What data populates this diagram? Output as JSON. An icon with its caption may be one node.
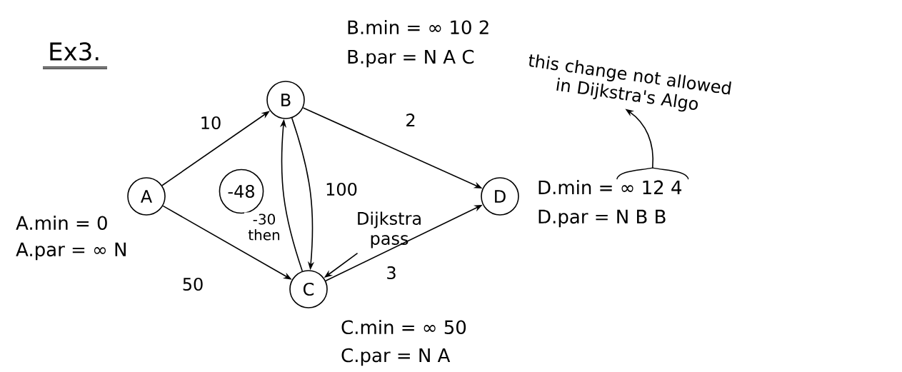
{
  "diagram": {
    "title": "Ex3.",
    "nodes": [
      {
        "text": [
          "A"
        ],
        "beside": [
          "A.min = 0",
          "A.par = ∞ N"
        ]
      },
      {
        "text": [
          "B"
        ],
        "beside": [
          "B.min = ∞ 10 2",
          "B.par = N A C"
        ]
      },
      {
        "text": [
          "C"
        ],
        "beside": [
          "C.min = ∞ 50",
          "C.par = N A"
        ]
      },
      {
        "text": [
          "D"
        ],
        "beside": [
          "D.min = ∞ 12 4",
          "D.par = N B B"
        ]
      },
      {
        "text": [
          "-48"
        ]
      },
      {
        "text": [
          "Dijkstra pass"
        ]
      },
      {
        "text": [
          "this change not allowed in Dijkstra's Algo"
        ]
      }
    ],
    "edges": [
      {
        "from": 0,
        "to": 1,
        "arrow": "to",
        "label": "10"
      },
      {
        "from": 1,
        "to": 3,
        "arrow": "to",
        "label": "2"
      },
      {
        "from": 0,
        "to": 2,
        "arrow": "to",
        "label": "50"
      },
      {
        "from": 2,
        "to": 3,
        "arrow": "to",
        "label": "3"
      },
      {
        "from": 2,
        "to": 1,
        "arrow": "to",
        "label": "-30 then"
      },
      {
        "from": 1,
        "to": 2,
        "arrow": "to",
        "label": "100"
      },
      {
        "from": 5,
        "to": 2,
        "arrow": "to"
      },
      {
        "from": 3,
        "to": 6,
        "arrow": "to"
      }
    ]
  }
}
